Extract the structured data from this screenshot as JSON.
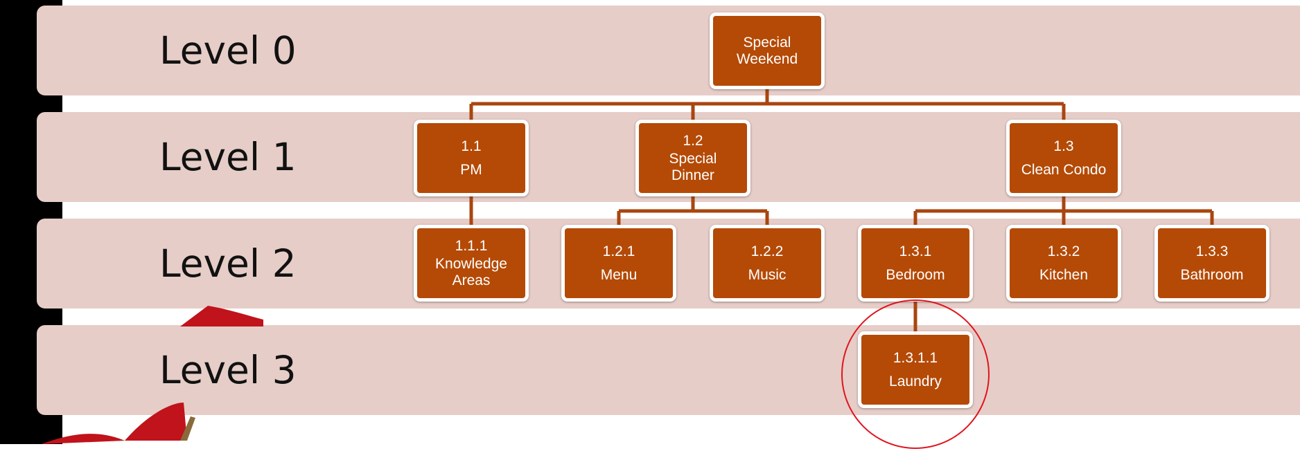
{
  "levels": [
    {
      "label": "Level 0"
    },
    {
      "label": "Level 1"
    },
    {
      "label": "Level 2"
    },
    {
      "label": "Level 3"
    }
  ],
  "nodes": {
    "root": {
      "code": "",
      "label": "Special\nWeekend"
    },
    "n1_1": {
      "code": "1.1",
      "label": "PM"
    },
    "n1_2": {
      "code": "1.2",
      "label": "Special\nDinner"
    },
    "n1_3": {
      "code": "1.3",
      "label": "Clean Condo"
    },
    "n1_1_1": {
      "code": "1.1.1",
      "label": "Knowledge\nAreas"
    },
    "n1_2_1": {
      "code": "1.2.1",
      "label": "Menu"
    },
    "n1_2_2": {
      "code": "1.2.2",
      "label": "Music"
    },
    "n1_3_1": {
      "code": "1.3.1",
      "label": "Bedroom"
    },
    "n1_3_2": {
      "code": "1.3.2",
      "label": "Kitchen"
    },
    "n1_3_3": {
      "code": "1.3.3",
      "label": "Bathroom"
    },
    "n1_3_1_1": {
      "code": "1.3.1.1",
      "label": "Laundry"
    }
  },
  "colors": {
    "band": "#e6cdc8",
    "node_fill": "#b44a06",
    "connector": "#a8460f",
    "highlight_circle": "#e0141e"
  }
}
